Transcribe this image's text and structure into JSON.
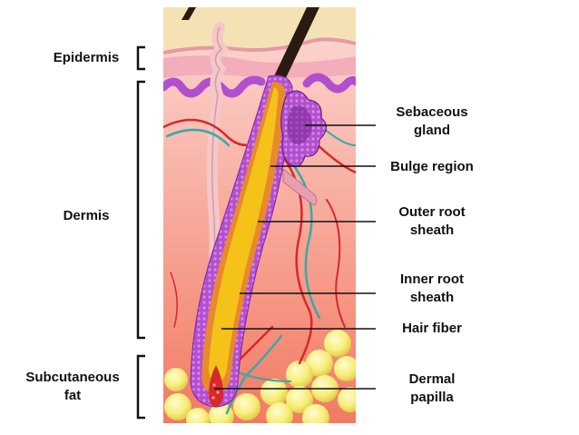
{
  "layers": {
    "epidermis": "Epidermis",
    "dermis": "Dermis",
    "subcutaneous_line1": "Subcutaneous",
    "subcutaneous_line2": "fat"
  },
  "structures": {
    "sebaceous_line1": "Sebaceous",
    "sebaceous_line2": "gland",
    "bulge": "Bulge region",
    "outer_line1": "Outer root",
    "outer_line2": "sheath",
    "inner_line1": "Inner root",
    "inner_line2": "sheath",
    "hair_fiber": "Hair fiber",
    "papilla_line1": "Dermal",
    "papilla_line2": "papilla"
  },
  "colors": {
    "epidermis": "#f5e2b4",
    "dermis_top": "#fbd3d0",
    "dermis_bottom": "#f5826a",
    "sheath": "#b450d0",
    "hair": "#f5c21a",
    "fat": "#f6ec70",
    "vessel_red": "#d8282a",
    "vessel_teal": "#3aa8a8"
  }
}
